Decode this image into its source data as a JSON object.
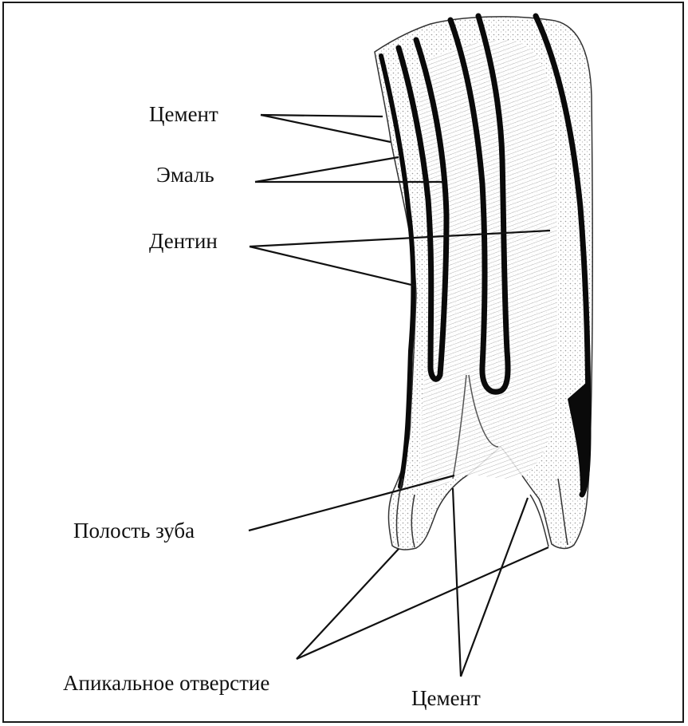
{
  "labels": {
    "cement_top": "Цемент",
    "enamel": "Эмаль",
    "dentin": "Дентин",
    "pulp_cavity": "Полость зуба",
    "apical_foramen": "Апикальное отверстие",
    "cement_bottom": "Цемент"
  },
  "colors": {
    "ink": "#111111",
    "tissue": "#b8b8b8",
    "background": "#ffffff"
  }
}
